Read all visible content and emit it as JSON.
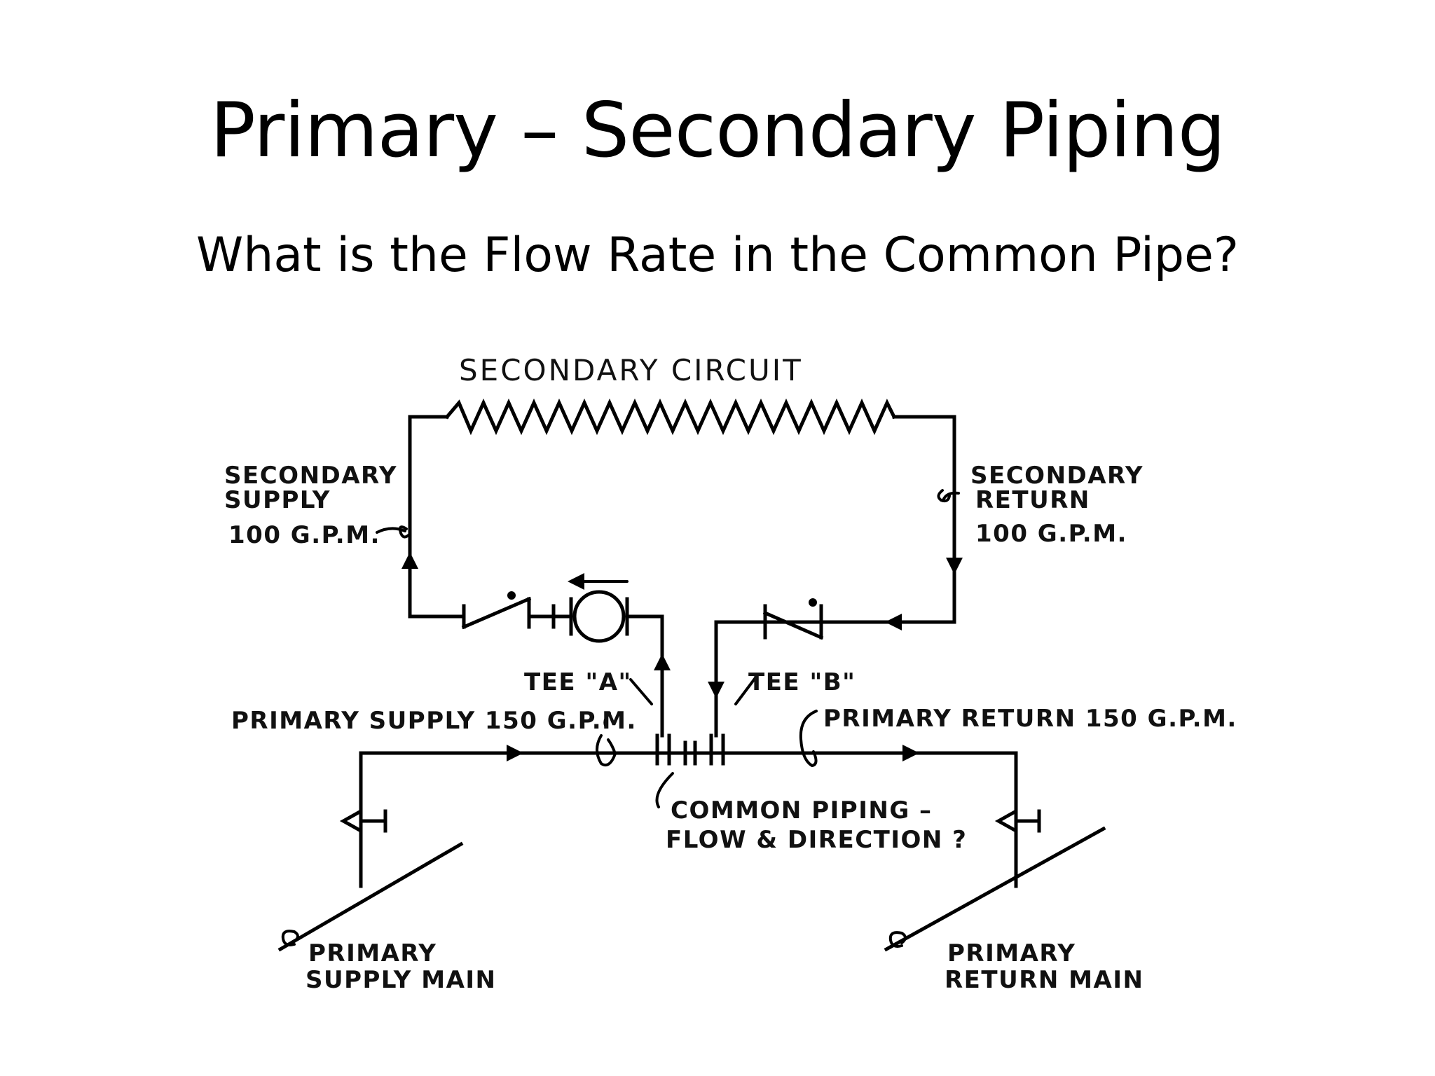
{
  "slide": {
    "title": "Primary – Secondary Piping",
    "subtitle": "What is the Flow Rate in the Common Pipe?"
  },
  "diagram": {
    "secondary_circuit": "SECONDARY CIRCUIT",
    "secondary_supply": [
      "SECONDARY",
      "SUPPLY",
      "100 G.P.M."
    ],
    "secondary_return": [
      "SECONDARY",
      "RETURN",
      "100 G.P.M."
    ],
    "tee_a": "TEE \"A\"",
    "tee_b": "TEE \"B\"",
    "primary_supply": "PRIMARY SUPPLY 150 G.P.M.",
    "primary_return": "PRIMARY RETURN 150 G.P.M.",
    "common_piping": [
      "COMMON PIPING –",
      "FLOW & DIRECTION ?"
    ],
    "primary_supply_main": [
      "PRIMARY",
      "SUPPLY MAIN"
    ],
    "primary_return_main": [
      "PRIMARY",
      "RETURN MAIN"
    ]
  }
}
